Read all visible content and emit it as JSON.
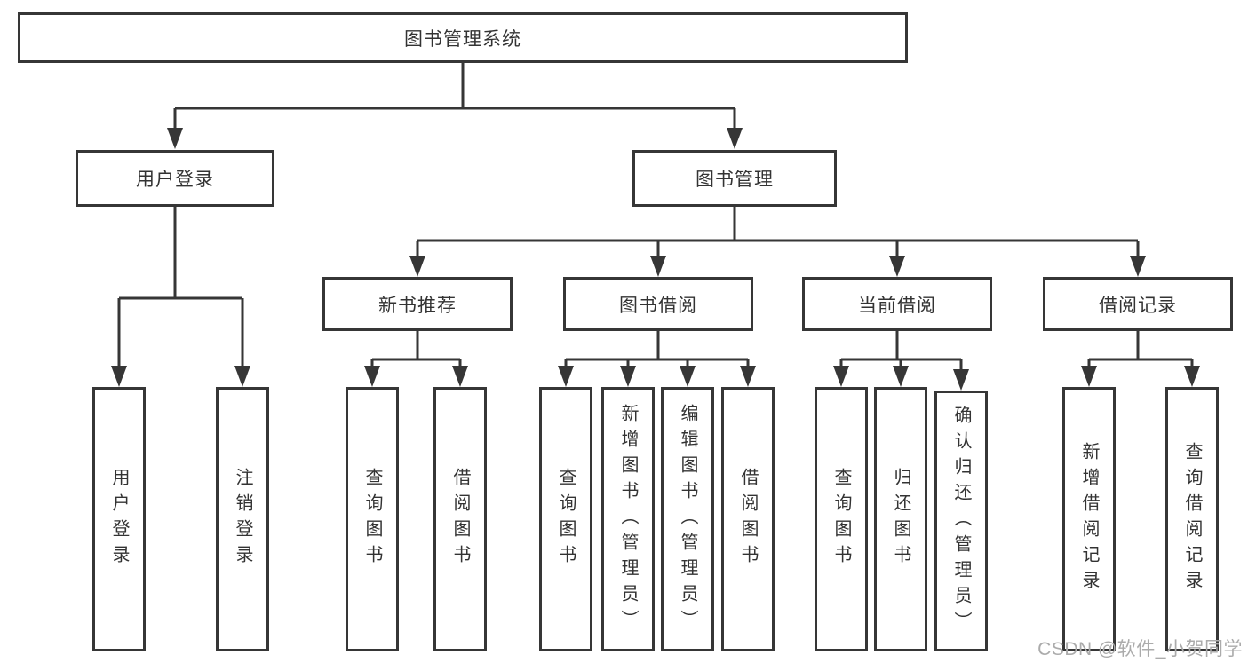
{
  "tree": {
    "label": "图书管理系统",
    "children": [
      {
        "label": "用户登录",
        "children": [
          {
            "label": "用户登录"
          },
          {
            "label": "注销登录"
          }
        ]
      },
      {
        "label": "图书管理",
        "children": [
          {
            "label": "新书推荐",
            "children": [
              {
                "label": "查询图书"
              },
              {
                "label": "借阅图书"
              }
            ]
          },
          {
            "label": "图书借阅",
            "children": [
              {
                "label": "查询图书"
              },
              {
                "label": "新增图书（管理员）"
              },
              {
                "label": "编辑图书（管理员）"
              },
              {
                "label": "借阅图书"
              }
            ]
          },
          {
            "label": "当前借阅",
            "children": [
              {
                "label": "查询图书"
              },
              {
                "label": "归还图书"
              },
              {
                "label": "确认归还（管理员）"
              }
            ]
          },
          {
            "label": "借阅记录",
            "children": [
              {
                "label": "新增借阅记录"
              },
              {
                "label": "查询借阅记录"
              }
            ]
          }
        ]
      }
    ]
  },
  "watermark": {
    "text": "CSDN @软件_小贺同学",
    "color": "#ababab"
  },
  "colors": {
    "line": "#363636",
    "border": "#363636",
    "text": "#333333",
    "background": "#ffffff"
  }
}
